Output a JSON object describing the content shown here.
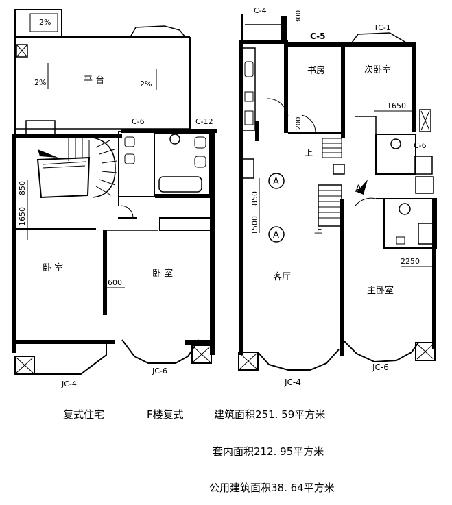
{
  "colors": {
    "wall": "#000000",
    "background": "#ffffff"
  },
  "left_plan": {
    "slopes": [
      "2%",
      "2%",
      "2%"
    ],
    "terrace": "平 台",
    "bedroom_a": "卧 室",
    "bedroom_b": "卧 室",
    "dim_850": "850",
    "dim_1650": "1650",
    "dim_600": "600",
    "window_c6": "C-6",
    "window_c12": "C-12",
    "window_jc4": "JC-4",
    "window_jc6": "JC-6"
  },
  "right_plan": {
    "window_c4": "C-4",
    "dim_300": "300",
    "window_c5": "C-5",
    "window_tc1": "TC-1",
    "study": "书房",
    "second_bedroom": "次卧室",
    "dim_1650": "1650",
    "dim_1200": "1200",
    "window_c6": "C-6",
    "up_1": "上",
    "up_2": "上",
    "section_1": "A",
    "section_2": "A",
    "section_3": "A",
    "dim_1500": "1500",
    "dim_850": "850",
    "dim_2250": "2250",
    "living_room": "客厅",
    "master_bedroom": "主卧室",
    "window_jc4": "JC-4",
    "window_jc6": "JC-6"
  },
  "captions": {
    "type": "复式住宅",
    "floor": "F楼复式",
    "building_area": "建筑面积251. 59平方米",
    "interior_area": "套内面积212. 95平方米",
    "shared_area": "公用建筑面积38. 64平方米"
  }
}
